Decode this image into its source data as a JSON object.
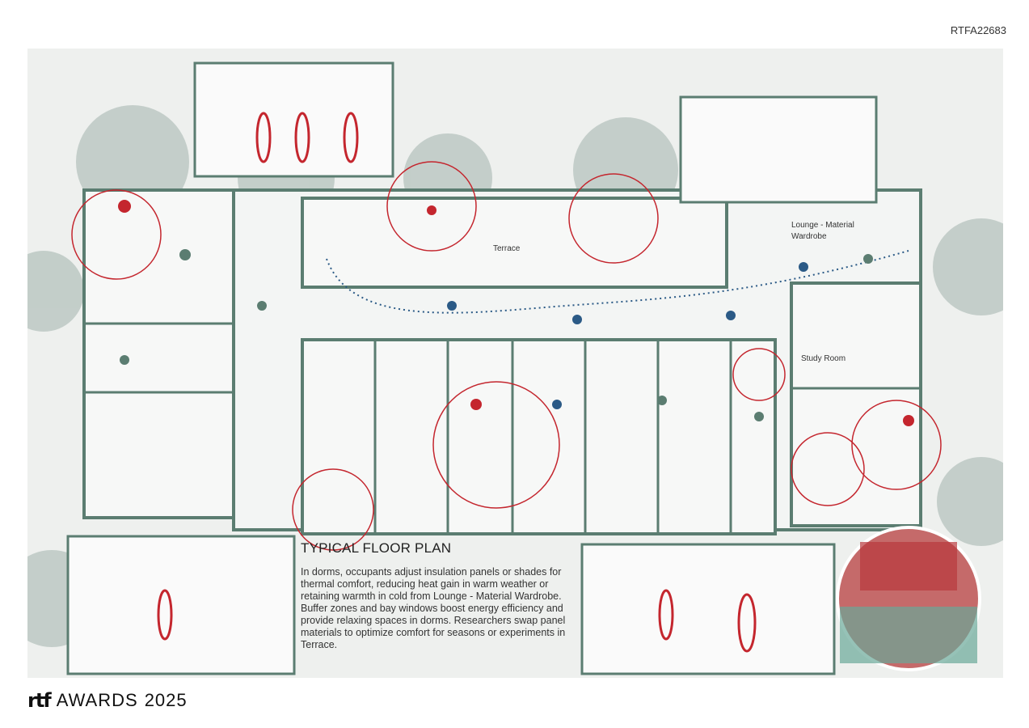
{
  "project_code": "RTFA22683",
  "labels": {
    "terrace": "Terrace",
    "lounge": "Lounge - Material Wardrobe",
    "study_room": "Study Room"
  },
  "title": "TYPICAL FLOOR PLAN",
  "description": "In dorms, occupants adjust insulation panels or shades for thermal comfort, reducing heat gain in warm weather or retaining warmth in cold from Lounge - Material Wardrobe. Buffer zones and bay windows boost energy efficiency and provide relaxing spaces in dorms. Researchers swap panel materials to optimize comfort for seasons or experiments in Terrace.",
  "footer": {
    "logo": "rtf",
    "awards": "AWARDS",
    "year": "2025"
  },
  "colors": {
    "wall": "#5b7d71",
    "accent_red": "#c4262e",
    "accent_blue": "#2b5a86",
    "tree": "#a9b8b2"
  }
}
